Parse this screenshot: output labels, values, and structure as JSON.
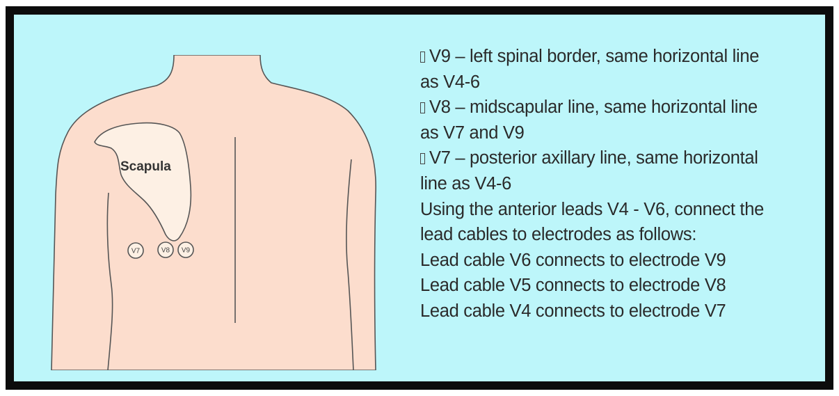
{
  "colors": {
    "background": "#bdf6fa",
    "border": "#0c0c0c",
    "skin": "#fcddcd",
    "scapula": "#fdf0e4",
    "outline": "#555555",
    "text": "#2a2a2a"
  },
  "figure": {
    "scapula_label": "Scapula",
    "electrodes": [
      {
        "label": "V7"
      },
      {
        "label": "V8"
      },
      {
        "label": "V9"
      }
    ]
  },
  "caption": {
    "lines": [
      {
        "text": "V9  – left spinal border, same horizontal line",
        "bullet": true
      },
      {
        "text": "as V4-6",
        "bullet": false
      },
      {
        "text": "V8  – midscapular line, same horizontal line",
        "bullet": true
      },
      {
        "text": "as V7 and V9",
        "bullet": false
      },
      {
        "text": "V7  – posterior axillary line, same horizontal",
        "bullet": true
      },
      {
        "text": "line as V4-6",
        "bullet": false
      },
      {
        "text": "Using the anterior leads V4 - V6, connect the",
        "bullet": false
      },
      {
        "text": "lead cables to electrodes as follows:",
        "bullet": false
      },
      {
        "text": "Lead cable V6 connects to electrode V9",
        "bullet": false
      },
      {
        "text": "Lead cable V5 connects to electrode V8",
        "bullet": false
      },
      {
        "text": "Lead cable V4 connects to electrode V7",
        "bullet": false
      }
    ]
  }
}
